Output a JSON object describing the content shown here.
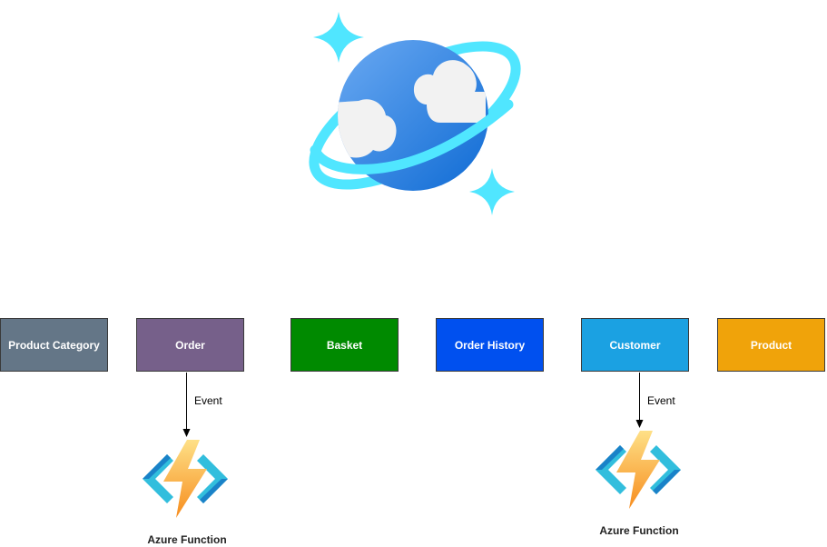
{
  "containers": [
    {
      "label": "Product Category",
      "color": "#647687"
    },
    {
      "label": "Order",
      "color": "#76608a"
    },
    {
      "label": "Basket",
      "color": "#008a00"
    },
    {
      "label": "Order History",
      "color": "#0050ef"
    },
    {
      "label": "Customer",
      "color": "#1ba1e2"
    },
    {
      "label": "Product",
      "color": "#f0a30a"
    }
  ],
  "edges": [
    {
      "from": "Order",
      "label": "Event",
      "to": "Azure Function"
    },
    {
      "from": "Customer",
      "label": "Event",
      "to": "Azure Function"
    }
  ],
  "functions": [
    {
      "label": "Azure Function"
    },
    {
      "label": "Azure Function"
    }
  ],
  "icons": {
    "database": "cosmos-db-icon",
    "function": "azure-function-icon"
  },
  "colors": {
    "planet_light": "#5ea0ef",
    "planet_dark": "#0f6bd4",
    "ring": "#50e6ff",
    "cloud": "#f2f2f2",
    "bolt_light": "#fee087",
    "bolt_dark": "#f78d1e",
    "bracket": "#32bedd",
    "bracket_dark": "#1a82c8"
  }
}
